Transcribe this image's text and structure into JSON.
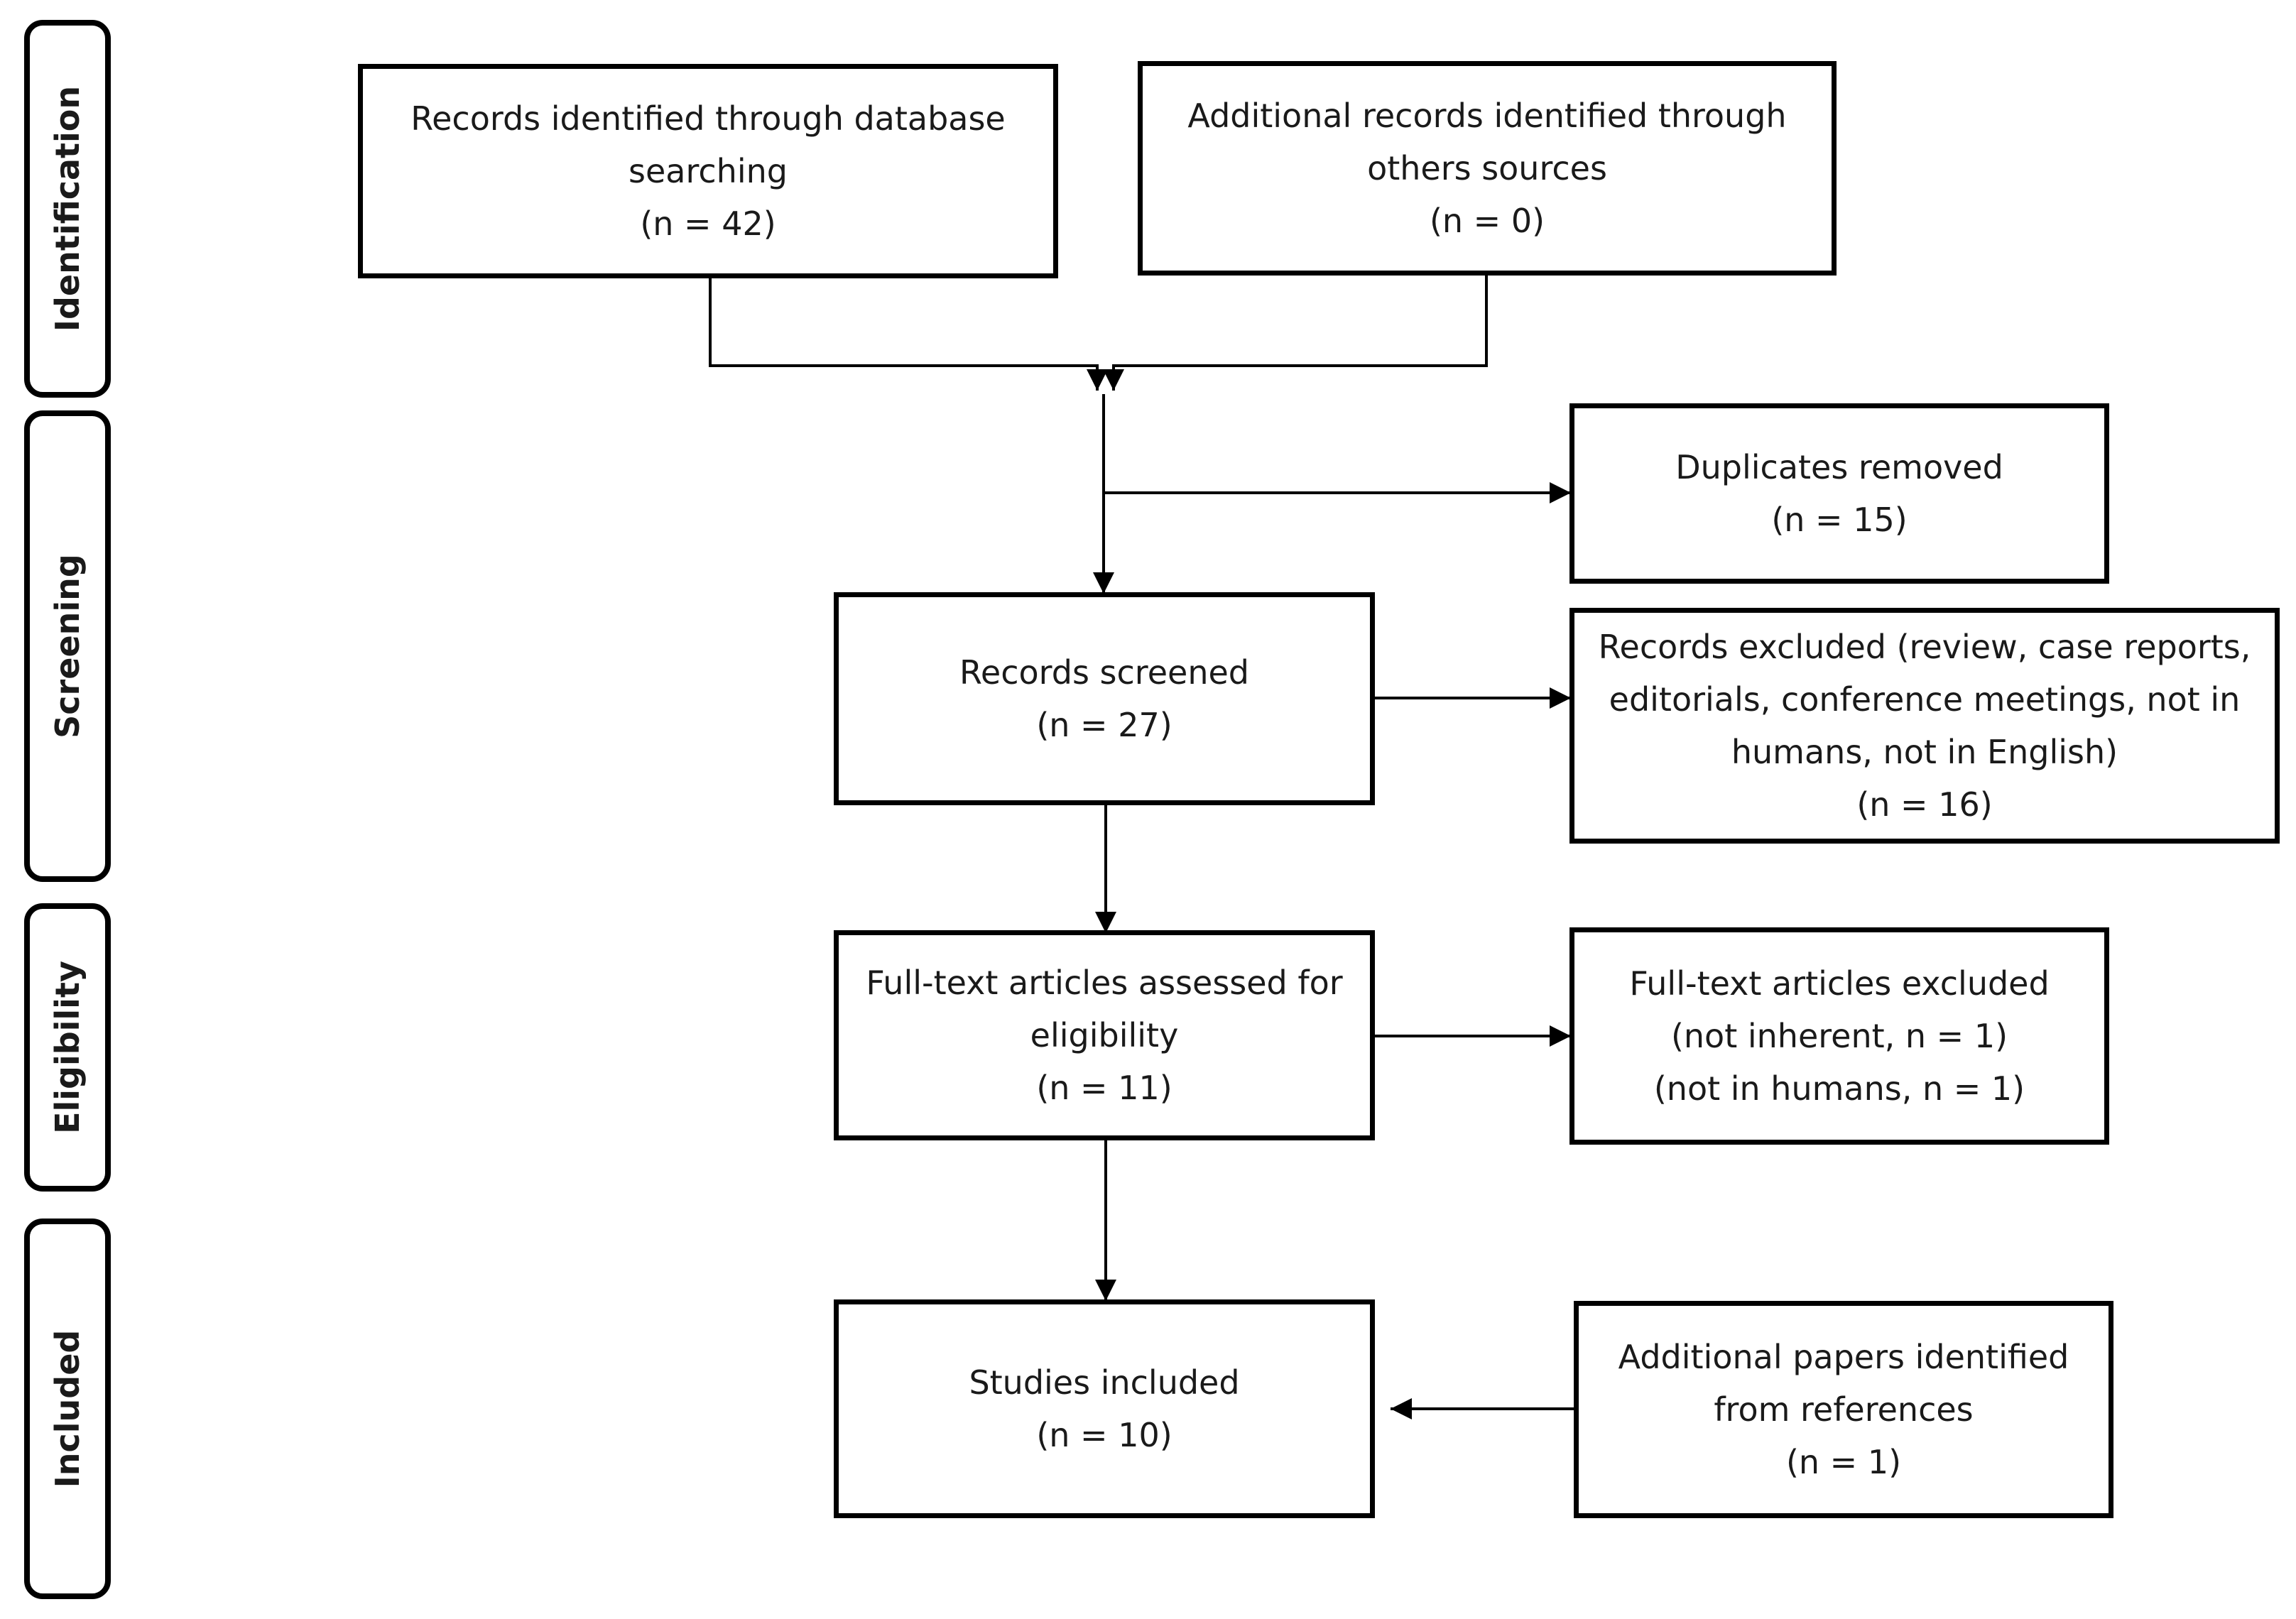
{
  "stages": [
    {
      "id": "identification",
      "label": "Identification"
    },
    {
      "id": "screening",
      "label": "Screening"
    },
    {
      "id": "eligibility",
      "label": "Eligibility"
    },
    {
      "id": "included",
      "label": "Included"
    }
  ],
  "boxes": {
    "db_search": {
      "text": "Records identified through database searching",
      "count": "(n = 42)"
    },
    "other_sources": {
      "text": "Additional records identified through others sources",
      "count": "(n = 0)"
    },
    "duplicates": {
      "text": "Duplicates removed",
      "count": "(n = 15)"
    },
    "screened": {
      "text": "Records screened",
      "count": "(n = 27)"
    },
    "excluded_records": {
      "text": "Records excluded (review, case reports, editorials, conference meetings, not in humans, not in English)",
      "count": "(n = 16)"
    },
    "fulltext_assessed": {
      "text": "Full-text articles assessed for eligibility",
      "count": "(n = 11)"
    },
    "fulltext_excluded": {
      "text": "Full-text articles excluded",
      "lines": [
        "(not inherent, n = 1)",
        "(not in humans, n = 1)"
      ]
    },
    "included": {
      "text": "Studies included",
      "count": "(n = 10)"
    },
    "references": {
      "text": "Additional papers identified from references",
      "count": "(n = 1)"
    }
  },
  "colors": {
    "line": "#000000",
    "text": "#1a1a1a",
    "background": "#ffffff"
  }
}
